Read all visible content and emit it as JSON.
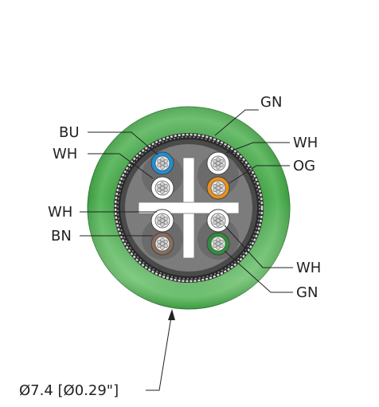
{
  "labels": {
    "jacket": "GN",
    "pair1_color": "BU",
    "pair1_white": "WH",
    "pair2_white": "WH",
    "pair2_color": "OG",
    "pair3_white": "WH",
    "pair3_color": "BN",
    "pair4_white": "WH",
    "pair4_color": "GN"
  },
  "dimension": "Ø7.4 [Ø0.29\"]",
  "colors": {
    "jacket": "#4caf50",
    "inner_sheath": "#6e6e6e",
    "core_bg": "#808080",
    "separator": "#ffffff",
    "BU": "#1e8fd6",
    "OG": "#e8901e",
    "BN": "#8b6d5a",
    "GN": "#2e8f3a",
    "WH": "#ffffff"
  }
}
